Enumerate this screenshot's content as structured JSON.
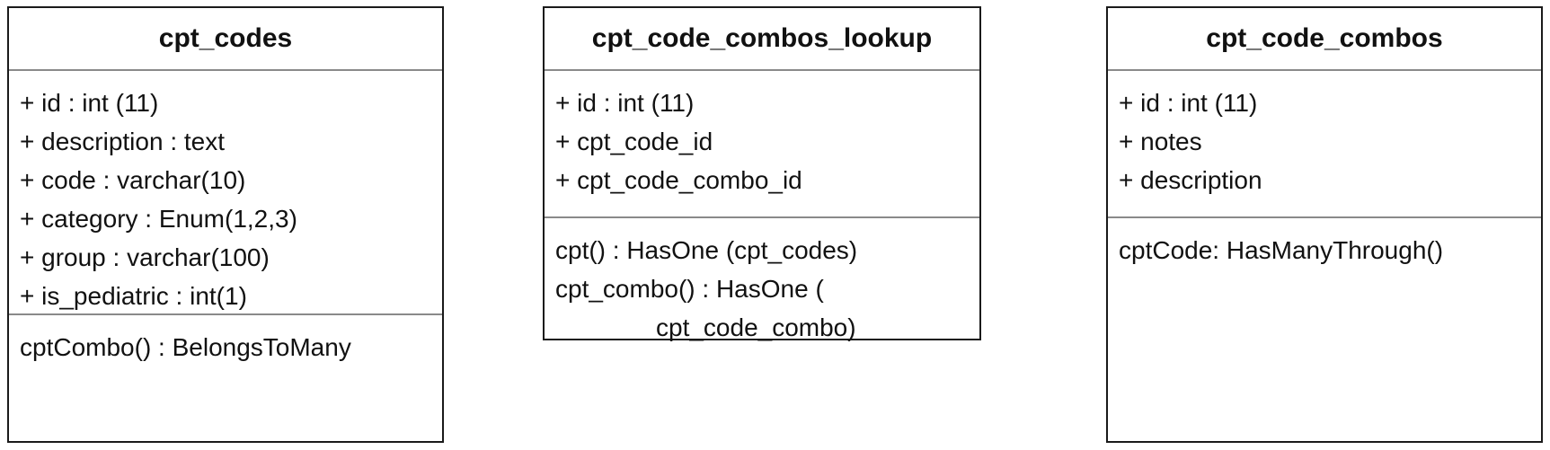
{
  "classes": [
    {
      "name": "cpt_codes",
      "attributes": [
        "+ id : int (11)",
        "+ description : text",
        "+ code : varchar(10)",
        "+ category : Enum(1,2,3)",
        "+ group : varchar(100)",
        "+ is_pediatric : int(1)"
      ],
      "methods": [
        "cptCombo() : BelongsToMany"
      ]
    },
    {
      "name": "cpt_code_combos_lookup",
      "attributes": [
        "+ id : int (11)",
        "+ cpt_code_id",
        "+ cpt_code_combo_id"
      ],
      "methods": [
        "cpt() : HasOne (cpt_codes)",
        "cpt_combo() : HasOne (",
        "cpt_code_combo)"
      ]
    },
    {
      "name": "cpt_code_combos",
      "attributes": [
        "+ id : int (11)",
        "+ notes",
        "+ description"
      ],
      "methods": [
        "cptCode: HasManyThrough()"
      ]
    }
  ]
}
